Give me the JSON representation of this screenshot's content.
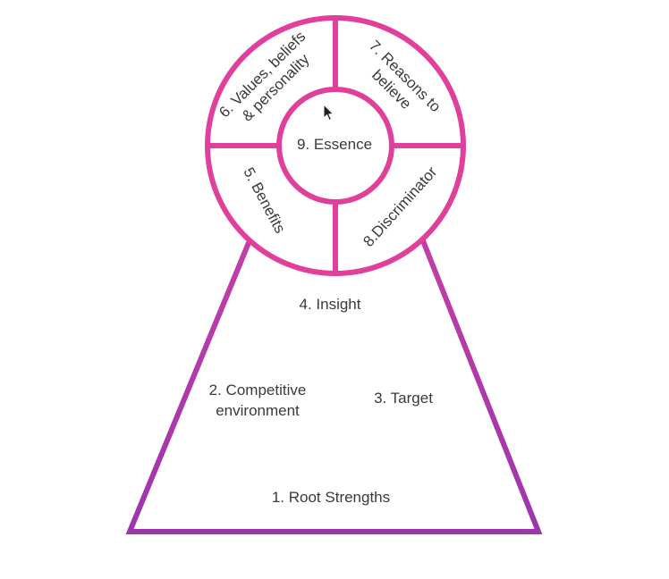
{
  "colors": {
    "pyramid_stroke": "#a83cad",
    "wheel_stroke": "#e0409c",
    "text": "#3a3a3a",
    "background": "#ffffff",
    "cursor": "#222222"
  },
  "pyramid": {
    "root_strengths": "1. Root Strengths",
    "competitive_environment_line1": "2. Competitive",
    "competitive_environment_line2": "environment",
    "target": "3. Target",
    "insight": "4. Insight"
  },
  "wheel": {
    "benefits": "5. Benefits",
    "values_line1": "6. Values, beliefs",
    "values_line2": "& personality",
    "reasons_line1": "7. Reasons to",
    "reasons_line2": "believe",
    "discriminator": "8.Discriminator",
    "essence": "9. Essence"
  },
  "icons": {
    "cursor": "mouse-pointer-icon"
  }
}
